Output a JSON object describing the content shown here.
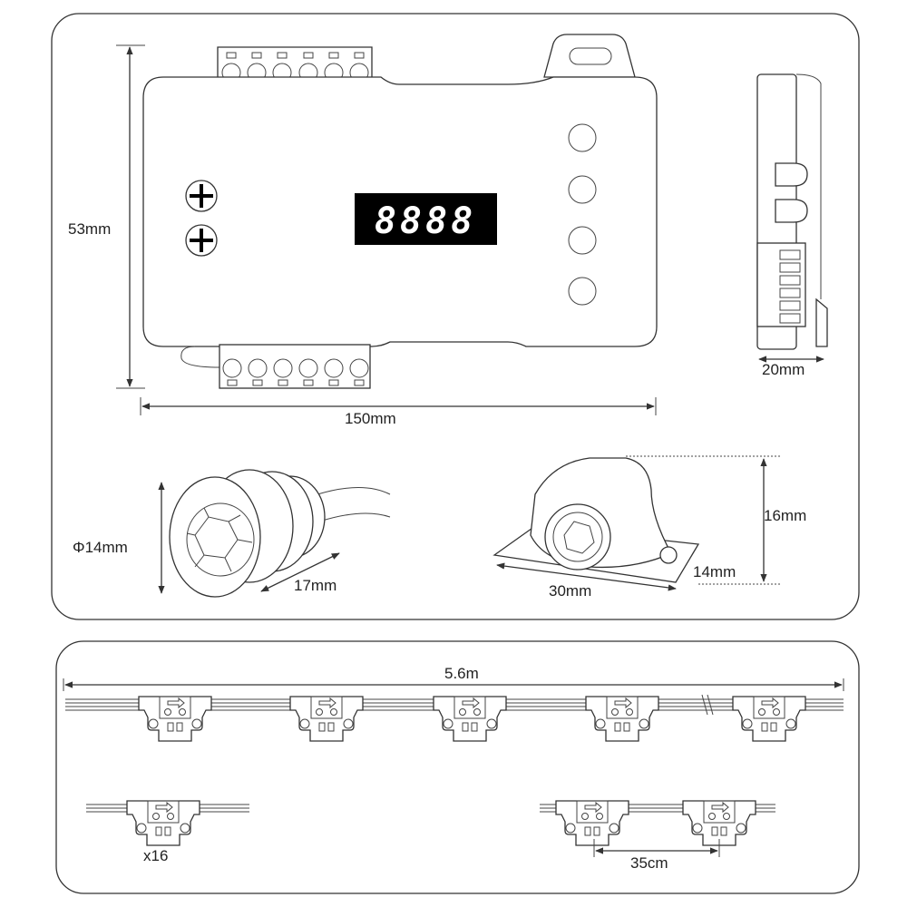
{
  "controller": {
    "display_value": "8888",
    "height_label": "53mm",
    "width_label": "150mm",
    "depth_label": "20mm"
  },
  "sensor_round": {
    "diameter_label": "Φ14mm",
    "length_label": "17mm"
  },
  "sensor_mount": {
    "height_label": "16mm",
    "width_label": "30mm",
    "depth_label": "14mm"
  },
  "strip": {
    "length_label": "5.6m",
    "count_label": "x16",
    "spacing_label": "35cm"
  },
  "colors": {
    "line": "#333333",
    "display_bg": "#000000"
  }
}
